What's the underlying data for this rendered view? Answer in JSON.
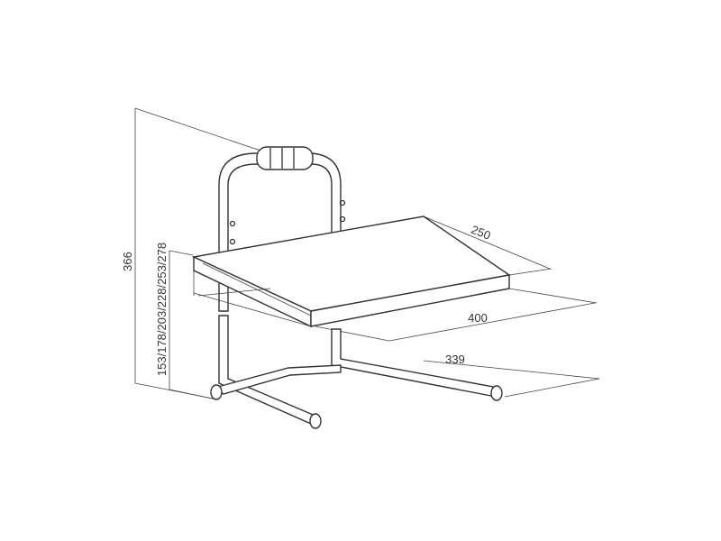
{
  "dimensions": {
    "total_height": "366",
    "platform_heights": "153/178/203/228/253/278",
    "platform_depth": "250",
    "platform_width": "400",
    "base_width": "339"
  }
}
